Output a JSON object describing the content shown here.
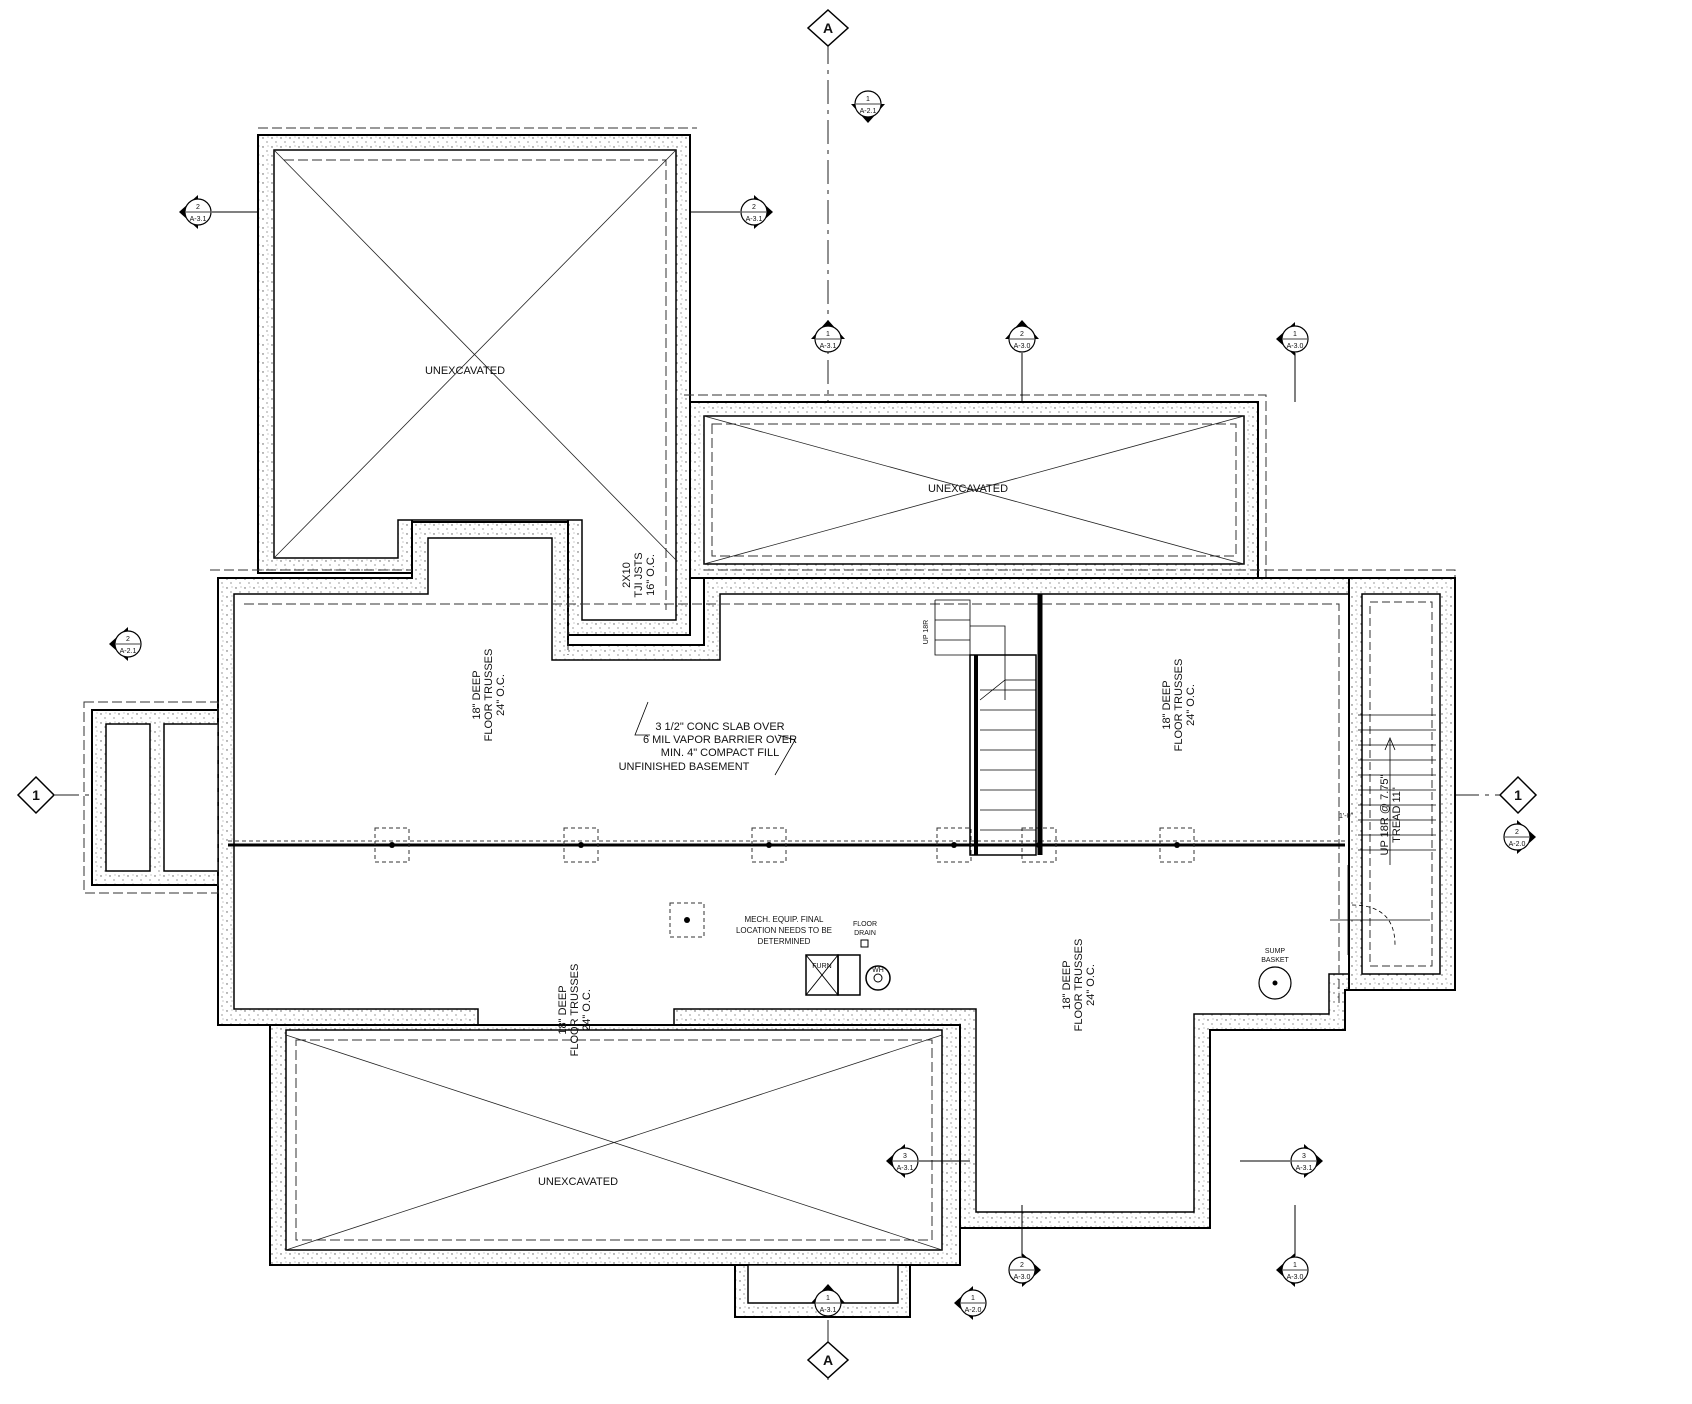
{
  "grid": {
    "a_top": "A",
    "a_bottom": "A",
    "one_left": "1",
    "one_right": "1"
  },
  "rooms": {
    "unexcavated_nw": "UNEXCAVATED",
    "unexcavated_ne": "UNEXCAVATED",
    "unexcavated_s": "UNEXCAVATED",
    "unfinished_basement": "UNFINISHED BASEMENT"
  },
  "notes": {
    "slab": [
      "3 1/2\" CONC SLAB OVER",
      "6 MIL VAPOR BARRIER OVER",
      "MIN. 4\" COMPACT FILL"
    ],
    "joists": [
      "2X10",
      "TJI JSTS",
      "16\" O.C."
    ],
    "trusses_nw": [
      "18\" DEEP",
      "FLOOR TRUSSES",
      "24\" O.C."
    ],
    "trusses_ne": [
      "18\" DEEP",
      "FLOOR TRUSSES",
      "24\" O.C."
    ],
    "trusses_sw": [
      "18\" DEEP",
      "FLOOR TRUSSES",
      "24\" O.C."
    ],
    "trusses_se": [
      "18\" DEEP",
      "FLOOR TRUSSES",
      "24\" O.C."
    ],
    "mech": [
      "MECH. EQUIP. FINAL",
      "LOCATION NEEDS TO BE",
      "DETERMINED"
    ],
    "floor_drain": [
      "FLOOR",
      "DRAIN"
    ],
    "furn": "FURN",
    "wh": "WH",
    "sump": [
      "SUMP",
      "BASKET"
    ],
    "stair_up": "UP 18R",
    "stair_right": [
      "UP 18R @ 7.75\"",
      "TREAD 11\""
    ],
    "dim": "1'-0\""
  },
  "section_markers": [
    {
      "num": "1",
      "sheet": "A-2.1"
    },
    {
      "num": "2",
      "sheet": "A-3.1"
    },
    {
      "num": "2",
      "sheet": "A-3.1"
    },
    {
      "num": "1",
      "sheet": "A-3.1"
    },
    {
      "num": "2",
      "sheet": "A-3.0"
    },
    {
      "num": "1",
      "sheet": "A-3.0"
    },
    {
      "num": "2",
      "sheet": "A-2.1"
    },
    {
      "num": "2",
      "sheet": "A-2.0"
    },
    {
      "num": "3",
      "sheet": "A-3.1"
    },
    {
      "num": "3",
      "sheet": "A-3.1"
    },
    {
      "num": "2",
      "sheet": "A-3.0"
    },
    {
      "num": "1",
      "sheet": "A-3.0"
    },
    {
      "num": "1",
      "sheet": "A-2.0"
    },
    {
      "num": "1",
      "sheet": "A-3.1"
    }
  ]
}
